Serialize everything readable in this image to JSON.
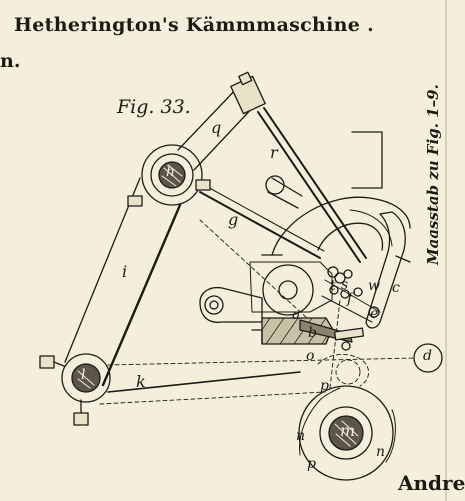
{
  "title": "Hetherington's Kämmmaschine .",
  "title_fragment": "n.",
  "figure_label": "Fig. 33.",
  "scale_note": "Maasstab zu Fig. 1–9.",
  "author_fragment": "Andre",
  "part_labels": {
    "q": "q",
    "r": "r",
    "h": "h",
    "g": "g",
    "i": "i",
    "l": "l",
    "k": "k",
    "s": "s",
    "t": "t",
    "w": "w",
    "c": "c",
    "f": "f",
    "e": "e",
    "a": "a",
    "b": "b",
    "o": "o",
    "p": "p",
    "d": "d",
    "m": "m",
    "n": "n",
    "n2": "n",
    "p2": "p"
  },
  "colors": {
    "paper": "#f3efdc",
    "ink": "#1d1a14",
    "rule": "#b9b29a"
  }
}
